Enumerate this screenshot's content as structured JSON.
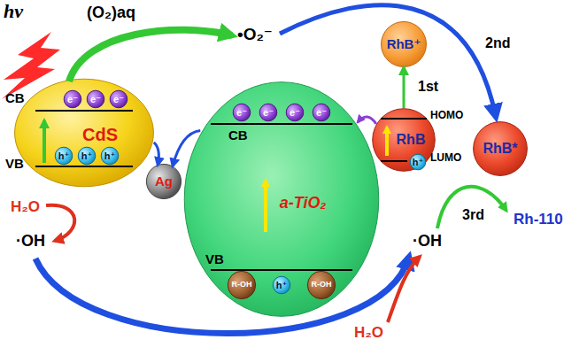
{
  "diagram": {
    "nodes": [
      {
        "text": [
          "CdS"
        ]
      },
      {
        "text": [
          "e⁻"
        ],
        "in": 0
      },
      {
        "text": [
          "e⁻"
        ],
        "in": 0
      },
      {
        "text": [
          "e⁻"
        ],
        "in": 0
      },
      {
        "text": [
          "h⁺"
        ],
        "in": 0
      },
      {
        "text": [
          "h⁺"
        ],
        "in": 0
      },
      {
        "text": [
          "h⁺"
        ],
        "in": 0
      },
      {
        "text": [
          "Ag"
        ]
      },
      {
        "text": [
          "a-TiO₂"
        ]
      },
      {
        "text": [
          "e⁻"
        ],
        "in": 8
      },
      {
        "text": [
          "e⁻"
        ],
        "in": 8
      },
      {
        "text": [
          "e⁻"
        ],
        "in": 8
      },
      {
        "text": [
          "e⁻"
        ],
        "in": 8
      },
      {
        "text": [
          "R-OH"
        ],
        "in": 8
      },
      {
        "text": [
          "h⁺"
        ],
        "in": 8
      },
      {
        "text": [
          "R-OH"
        ],
        "in": 8
      },
      {
        "text": [
          "RhB"
        ]
      },
      {
        "text": [
          "h⁺"
        ],
        "in": 16
      },
      {
        "text": [
          "RhB⁺"
        ]
      },
      {
        "text": [
          "RhB*"
        ]
      }
    ],
    "edges": [
      {
        "from": 0,
        "to": 7,
        "arrow": "to"
      },
      {
        "from": 8,
        "to": 7,
        "arrow": "to"
      },
      {
        "from": 16,
        "to": 8,
        "arrow": "to"
      },
      {
        "from": 16,
        "to": 18,
        "label": "1st",
        "arrow": "to"
      }
    ],
    "labels": [
      "hv",
      "(O₂)aq",
      "•O₂⁻",
      "2nd",
      "CB",
      "VB",
      "CB",
      "VB",
      "HOMO",
      "LUMO",
      "3rd",
      "Rh-110",
      "H₂O",
      "·OH",
      "·OH",
      "H₂O"
    ]
  }
}
